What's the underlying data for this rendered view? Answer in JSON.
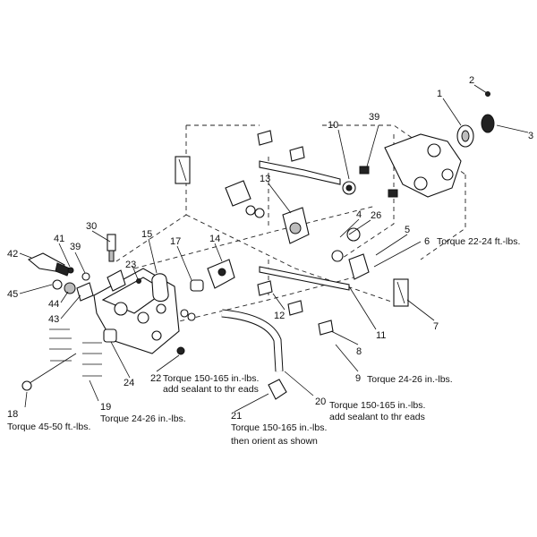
{
  "callouts": {
    "c1": "1",
    "c2": "2",
    "c3": "3",
    "c4": "4",
    "c5": "5",
    "c6": "6",
    "c7": "7",
    "c8": "8",
    "c9": "9",
    "c10": "10",
    "c11": "11",
    "c12": "12",
    "c13": "13",
    "c14": "14",
    "c15": "15",
    "c17": "17",
    "c18": "18",
    "c19": "19",
    "c20": "20",
    "c21": "21",
    "c22": "22",
    "c23": "23",
    "c24": "24",
    "c26": "26",
    "c30": "30",
    "c39a": "39",
    "c39b": "39",
    "c41": "41",
    "c42": "42",
    "c43": "43",
    "c44": "44",
    "c45": "45"
  },
  "torque_notes": {
    "part6": "Torque 22-24 ft.-lbs.",
    "part9": "Torque 24-26 in.-lbs.",
    "part18": "Torque 45-50 ft.-lbs.",
    "part19": "Torque 24-26 in.-lbs.",
    "part22_line1": "Torque 150-165 in.-lbs.",
    "part22_line2": "add sealant to thr  eads",
    "part20_line1": "Torque 150-165 in.-lbs.",
    "part20_line2": "add sealant to thr  eads",
    "part21_line1": "Torque 150-165 in.-lbs.",
    "part21_line2": "then orient as shown"
  }
}
